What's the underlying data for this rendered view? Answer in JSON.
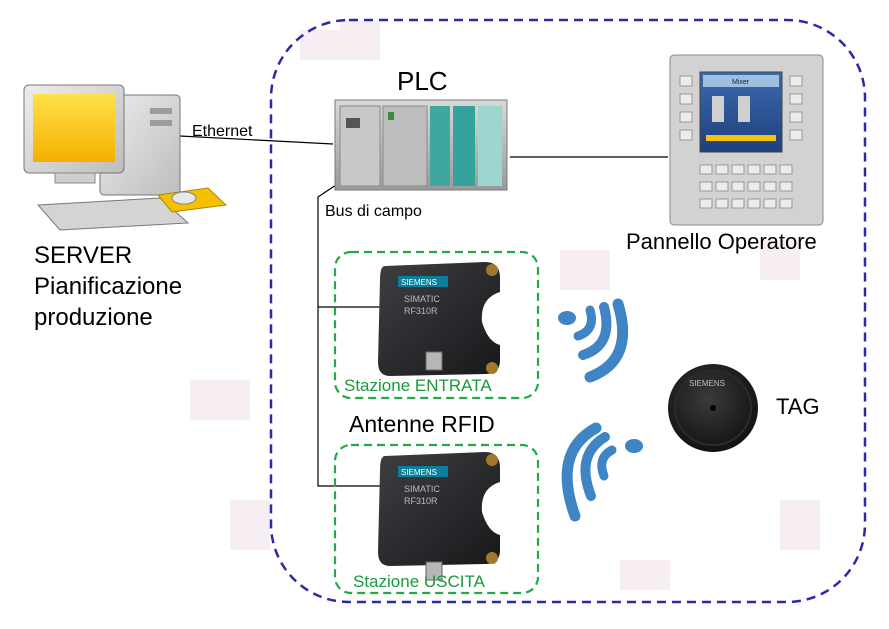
{
  "labels": {
    "plc": "PLC",
    "ethernet": "Ethernet",
    "bus": "Bus di campo",
    "server": [
      "SERVER",
      "Pianificazione",
      "produzione"
    ],
    "panel": "Pannello Operatore",
    "antennas": "Antenne RFID",
    "station_in": "Stazione ENTRATA",
    "station_out": "Stazione USCITA",
    "tag": "TAG"
  },
  "devices": {
    "brand": "SIEMENS",
    "antenna_line1": "SIMATIC",
    "antenna_line2": "RF310R",
    "panel_screen_title": "Mixer"
  },
  "colors": {
    "network_boundary": "#2a2aa8",
    "station_border": "#22aa44",
    "station_text": "#1a9a3a",
    "wave": "#3f84c4",
    "siemens": "#0a7f9a"
  }
}
